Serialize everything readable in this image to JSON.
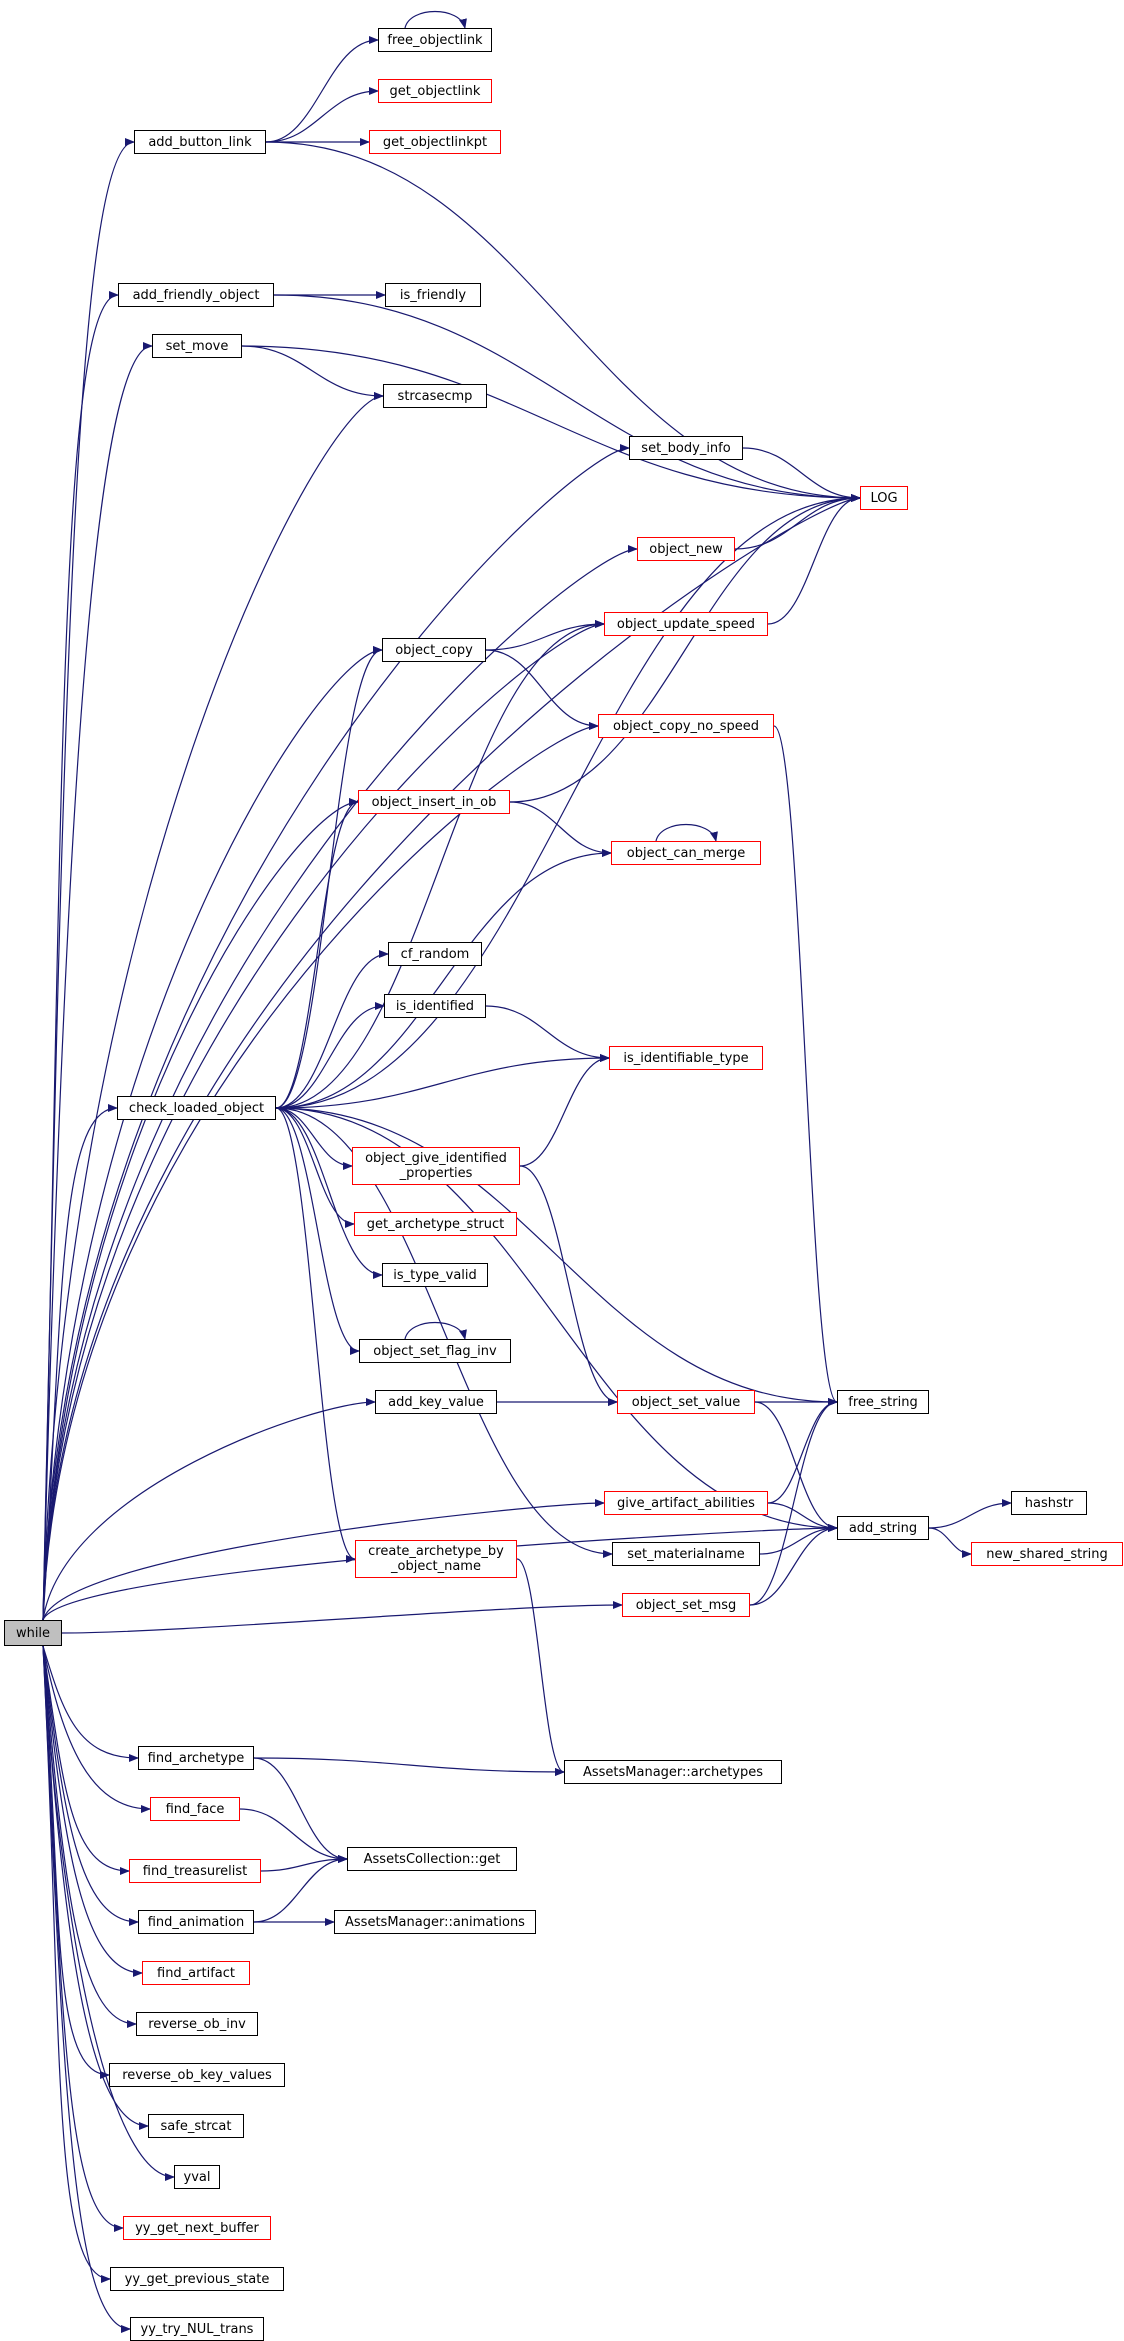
{
  "colors": {
    "edge": "#191970",
    "external": "#ff0000",
    "internal": "#000000",
    "root_fill": "#bfbfbf"
  },
  "nodes": {
    "while": {
      "label": "while",
      "style": "root"
    },
    "free_objectlink": {
      "label": "free_objectlink",
      "style": "black"
    },
    "get_objectlink": {
      "label": "get_objectlink",
      "style": "red"
    },
    "get_objectlinkpt": {
      "label": "get_objectlinkpt",
      "style": "red"
    },
    "add_button_link": {
      "label": "add_button_link",
      "style": "black"
    },
    "add_friendly_object": {
      "label": "add_friendly_object",
      "style": "black"
    },
    "is_friendly": {
      "label": "is_friendly",
      "style": "black"
    },
    "set_move": {
      "label": "set_move",
      "style": "black"
    },
    "strcasecmp": {
      "label": "strcasecmp",
      "style": "black"
    },
    "set_body_info": {
      "label": "set_body_info",
      "style": "black"
    },
    "LOG": {
      "label": "LOG",
      "style": "red"
    },
    "object_new": {
      "label": "object_new",
      "style": "red"
    },
    "object_update_speed": {
      "label": "object_update_speed",
      "style": "red"
    },
    "object_copy": {
      "label": "object_copy",
      "style": "black"
    },
    "object_copy_no_speed": {
      "label": "object_copy_no_speed",
      "style": "red"
    },
    "object_insert_in_ob": {
      "label": "object_insert_in_ob",
      "style": "red"
    },
    "object_can_merge": {
      "label": "object_can_merge",
      "style": "red"
    },
    "cf_random": {
      "label": "cf_random",
      "style": "black"
    },
    "is_identified": {
      "label": "is_identified",
      "style": "black"
    },
    "is_identifiable_type": {
      "label": "is_identifiable_type",
      "style": "red"
    },
    "check_loaded_object": {
      "label": "check_loaded_object",
      "style": "black"
    },
    "object_give_identified_properties": {
      "label": "object_give_identified\n_properties",
      "style": "red"
    },
    "get_archetype_struct": {
      "label": "get_archetype_struct",
      "style": "red"
    },
    "is_type_valid": {
      "label": "is_type_valid",
      "style": "black"
    },
    "object_set_flag_inv": {
      "label": "object_set_flag_inv",
      "style": "black"
    },
    "add_key_value": {
      "label": "add_key_value",
      "style": "black"
    },
    "object_set_value": {
      "label": "object_set_value",
      "style": "red"
    },
    "free_string": {
      "label": "free_string",
      "style": "black"
    },
    "give_artifact_abilities": {
      "label": "give_artifact_abilities",
      "style": "red"
    },
    "hashstr": {
      "label": "hashstr",
      "style": "black"
    },
    "add_string": {
      "label": "add_string",
      "style": "black"
    },
    "set_materialname": {
      "label": "set_materialname",
      "style": "black"
    },
    "new_shared_string": {
      "label": "new_shared_string",
      "style": "red"
    },
    "create_archetype_by_object_name": {
      "label": "create_archetype_by\n_object_name",
      "style": "red"
    },
    "object_set_msg": {
      "label": "object_set_msg",
      "style": "red"
    },
    "find_archetype": {
      "label": "find_archetype",
      "style": "black"
    },
    "AssetsManager_archetypes": {
      "label": "AssetsManager::archetypes",
      "style": "black"
    },
    "find_face": {
      "label": "find_face",
      "style": "red"
    },
    "AssetsCollection_get": {
      "label": "AssetsCollection::get",
      "style": "black"
    },
    "find_treasurelist": {
      "label": "find_treasurelist",
      "style": "red"
    },
    "find_animation": {
      "label": "find_animation",
      "style": "black"
    },
    "AssetsManager_animations": {
      "label": "AssetsManager::animations",
      "style": "black"
    },
    "find_artifact": {
      "label": "find_artifact",
      "style": "red"
    },
    "reverse_ob_inv": {
      "label": "reverse_ob_inv",
      "style": "black"
    },
    "reverse_ob_key_values": {
      "label": "reverse_ob_key_values",
      "style": "black"
    },
    "safe_strcat": {
      "label": "safe_strcat",
      "style": "black"
    },
    "yval": {
      "label": "yval",
      "style": "black"
    },
    "yy_get_next_buffer": {
      "label": "yy_get_next_buffer",
      "style": "red"
    },
    "yy_get_previous_state": {
      "label": "yy_get_previous_state",
      "style": "black"
    },
    "yy_try_NUL_trans": {
      "label": "yy_try_NUL_trans",
      "style": "black"
    }
  },
  "edges": [
    [
      "while",
      "add_button_link"
    ],
    [
      "while",
      "add_friendly_object"
    ],
    [
      "while",
      "set_move"
    ],
    [
      "while",
      "strcasecmp"
    ],
    [
      "while",
      "set_body_info"
    ],
    [
      "while",
      "LOG"
    ],
    [
      "while",
      "object_new"
    ],
    [
      "while",
      "object_update_speed"
    ],
    [
      "while",
      "object_copy"
    ],
    [
      "while",
      "object_copy_no_speed"
    ],
    [
      "while",
      "object_insert_in_ob"
    ],
    [
      "while",
      "check_loaded_object"
    ],
    [
      "while",
      "add_key_value"
    ],
    [
      "while",
      "give_artifact_abilities"
    ],
    [
      "while",
      "object_set_msg"
    ],
    [
      "while",
      "add_string"
    ],
    [
      "while",
      "find_archetype"
    ],
    [
      "while",
      "find_face"
    ],
    [
      "while",
      "find_treasurelist"
    ],
    [
      "while",
      "find_animation"
    ],
    [
      "while",
      "find_artifact"
    ],
    [
      "while",
      "reverse_ob_inv"
    ],
    [
      "while",
      "reverse_ob_key_values"
    ],
    [
      "while",
      "safe_strcat"
    ],
    [
      "while",
      "yval"
    ],
    [
      "while",
      "yy_get_next_buffer"
    ],
    [
      "while",
      "yy_get_previous_state"
    ],
    [
      "while",
      "yy_try_NUL_trans"
    ],
    [
      "add_button_link",
      "free_objectlink"
    ],
    [
      "add_button_link",
      "get_objectlink"
    ],
    [
      "add_button_link",
      "get_objectlinkpt"
    ],
    [
      "add_button_link",
      "LOG"
    ],
    [
      "free_objectlink",
      "free_objectlink"
    ],
    [
      "add_friendly_object",
      "is_friendly"
    ],
    [
      "add_friendly_object",
      "LOG"
    ],
    [
      "set_move",
      "strcasecmp"
    ],
    [
      "set_move",
      "LOG"
    ],
    [
      "set_body_info",
      "LOG"
    ],
    [
      "object_new",
      "LOG"
    ],
    [
      "object_update_speed",
      "LOG"
    ],
    [
      "object_copy",
      "object_update_speed"
    ],
    [
      "object_copy",
      "object_copy_no_speed"
    ],
    [
      "object_copy_no_speed",
      "free_string"
    ],
    [
      "object_insert_in_ob",
      "LOG"
    ],
    [
      "object_insert_in_ob",
      "object_can_merge"
    ],
    [
      "object_can_merge",
      "object_can_merge"
    ],
    [
      "check_loaded_object",
      "object_copy"
    ],
    [
      "check_loaded_object",
      "object_update_speed"
    ],
    [
      "check_loaded_object",
      "object_insert_in_ob"
    ],
    [
      "check_loaded_object",
      "object_can_merge"
    ],
    [
      "check_loaded_object",
      "LOG"
    ],
    [
      "check_loaded_object",
      "cf_random"
    ],
    [
      "check_loaded_object",
      "is_identified"
    ],
    [
      "check_loaded_object",
      "is_identifiable_type"
    ],
    [
      "check_loaded_object",
      "free_string"
    ],
    [
      "check_loaded_object",
      "object_give_identified_properties"
    ],
    [
      "check_loaded_object",
      "get_archetype_struct"
    ],
    [
      "check_loaded_object",
      "is_type_valid"
    ],
    [
      "check_loaded_object",
      "object_set_flag_inv"
    ],
    [
      "check_loaded_object",
      "add_string"
    ],
    [
      "check_loaded_object",
      "set_materialname"
    ],
    [
      "check_loaded_object",
      "create_archetype_by_object_name"
    ],
    [
      "is_identified",
      "is_identifiable_type"
    ],
    [
      "object_give_identified_properties",
      "is_identifiable_type"
    ],
    [
      "object_give_identified_properties",
      "object_set_value"
    ],
    [
      "object_set_flag_inv",
      "object_set_flag_inv"
    ],
    [
      "add_key_value",
      "object_set_value"
    ],
    [
      "object_set_value",
      "free_string"
    ],
    [
      "object_set_value",
      "add_string"
    ],
    [
      "give_artifact_abilities",
      "free_string"
    ],
    [
      "give_artifact_abilities",
      "add_string"
    ],
    [
      "set_materialname",
      "add_string"
    ],
    [
      "object_set_msg",
      "free_string"
    ],
    [
      "object_set_msg",
      "add_string"
    ],
    [
      "add_string",
      "hashstr"
    ],
    [
      "add_string",
      "new_shared_string"
    ],
    [
      "create_archetype_by_object_name",
      "AssetsManager_archetypes"
    ],
    [
      "find_archetype",
      "AssetsManager_archetypes"
    ],
    [
      "find_archetype",
      "AssetsCollection_get"
    ],
    [
      "find_face",
      "AssetsCollection_get"
    ],
    [
      "find_treasurelist",
      "AssetsCollection_get"
    ],
    [
      "find_animation",
      "AssetsCollection_get"
    ],
    [
      "find_animation",
      "AssetsManager_animations"
    ]
  ]
}
